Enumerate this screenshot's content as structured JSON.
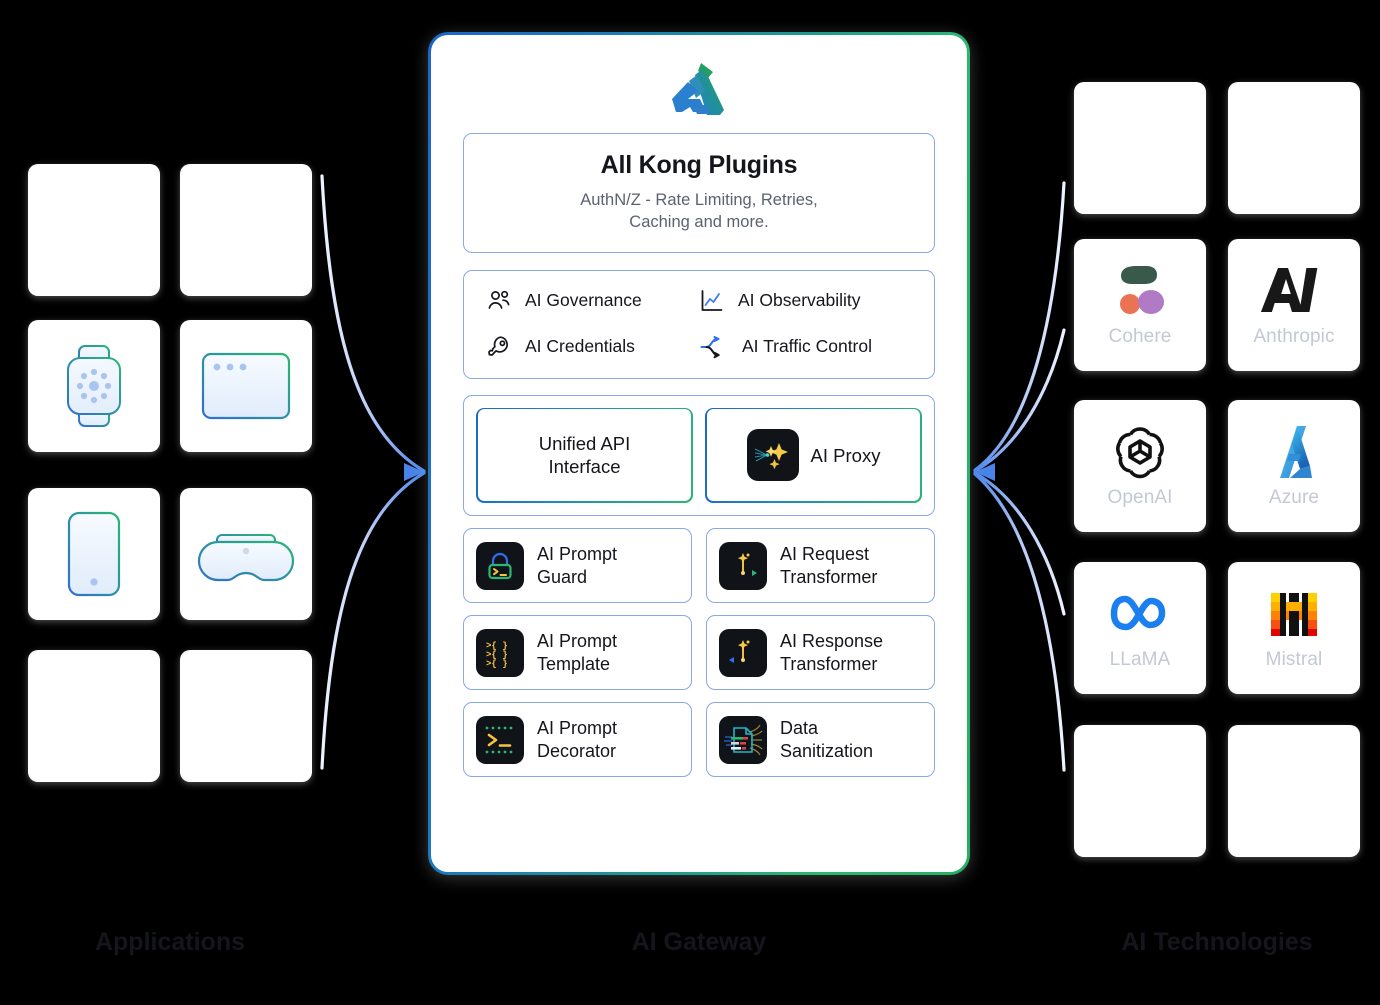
{
  "background": "#000000",
  "captions": {
    "applications": "Applications",
    "gateway": "AI Gateway",
    "technologies": "AI  Technologies"
  },
  "applications": {
    "label": "Applications",
    "cards": [
      {
        "icon": "blank-icon",
        "name": ""
      },
      {
        "icon": "blank-icon",
        "name": ""
      },
      {
        "icon": "smartwatch-icon",
        "name": "Smartwatch"
      },
      {
        "icon": "browser-window-icon",
        "name": "Browser"
      },
      {
        "icon": "smartphone-icon",
        "name": "Smartphone"
      },
      {
        "icon": "vr-headset-icon",
        "name": "VR Headset"
      },
      {
        "icon": "blank-icon",
        "name": ""
      },
      {
        "icon": "blank-icon",
        "name": ""
      }
    ]
  },
  "gateway": {
    "label": "AI Gateway",
    "logo": "kong-logo",
    "border_gradient": [
      "#1d66c9",
      "#27ae60"
    ],
    "plugins_box": {
      "title": "All Kong Plugins",
      "subtitle_line1": "AuthN/Z - Rate Limiting, Retries,",
      "subtitle_line2": "Caching and more."
    },
    "capabilities": [
      {
        "icon": "users-icon",
        "label": "AI Governance"
      },
      {
        "icon": "line-chart-icon",
        "label": "AI Observability"
      },
      {
        "icon": "key-icon",
        "label": "AI Credentials"
      },
      {
        "icon": "traffic-split-icon",
        "label": "AI Traffic Control"
      }
    ],
    "featured": [
      {
        "icon": "none",
        "label": "Unified API\nInterface",
        "label_line1": "Unified API",
        "label_line2": "Interface"
      },
      {
        "icon": "sparkles-icon",
        "label": "AI Proxy",
        "label_line1": "AI Proxy",
        "label_line2": ""
      }
    ],
    "plugins": [
      {
        "icon": "prompt-guard-icon",
        "line1": "AI Prompt",
        "line2": "Guard"
      },
      {
        "icon": "request-transformer-icon",
        "line1": "AI Request",
        "line2": "Transformer"
      },
      {
        "icon": "prompt-template-icon",
        "line1": "AI Prompt",
        "line2": "Template"
      },
      {
        "icon": "response-transformer-icon",
        "line1": "AI Response",
        "line2": "Transformer"
      },
      {
        "icon": "prompt-decorator-icon",
        "line1": "AI Prompt",
        "line2": "Decorator"
      },
      {
        "icon": "data-sanitization-icon",
        "line1": "Data",
        "line2": "Sanitization"
      }
    ]
  },
  "technologies": {
    "label": "AI  Technologies",
    "cards": [
      {
        "logo": "blank-icon",
        "label": ""
      },
      {
        "logo": "blank-icon",
        "label": ""
      },
      {
        "logo": "cohere-logo",
        "label": "Cohere"
      },
      {
        "logo": "anthropic-logo",
        "label": "Anthropic"
      },
      {
        "logo": "openai-logo",
        "label": "OpenAI"
      },
      {
        "logo": "azure-logo",
        "label": "Azure"
      },
      {
        "logo": "llama-logo",
        "label": "LLaMA"
      },
      {
        "logo": "mistral-logo",
        "label": "Mistral"
      },
      {
        "logo": "blank-icon",
        "label": ""
      },
      {
        "logo": "blank-icon",
        "label": ""
      }
    ]
  },
  "colors": {
    "connector": "#5b8def",
    "connector_light": "#d7e1fb",
    "card_label": "#c3c9d4",
    "text": "#15161c",
    "muted": "#5b6270",
    "plugin_border": "#8aa9e8"
  }
}
